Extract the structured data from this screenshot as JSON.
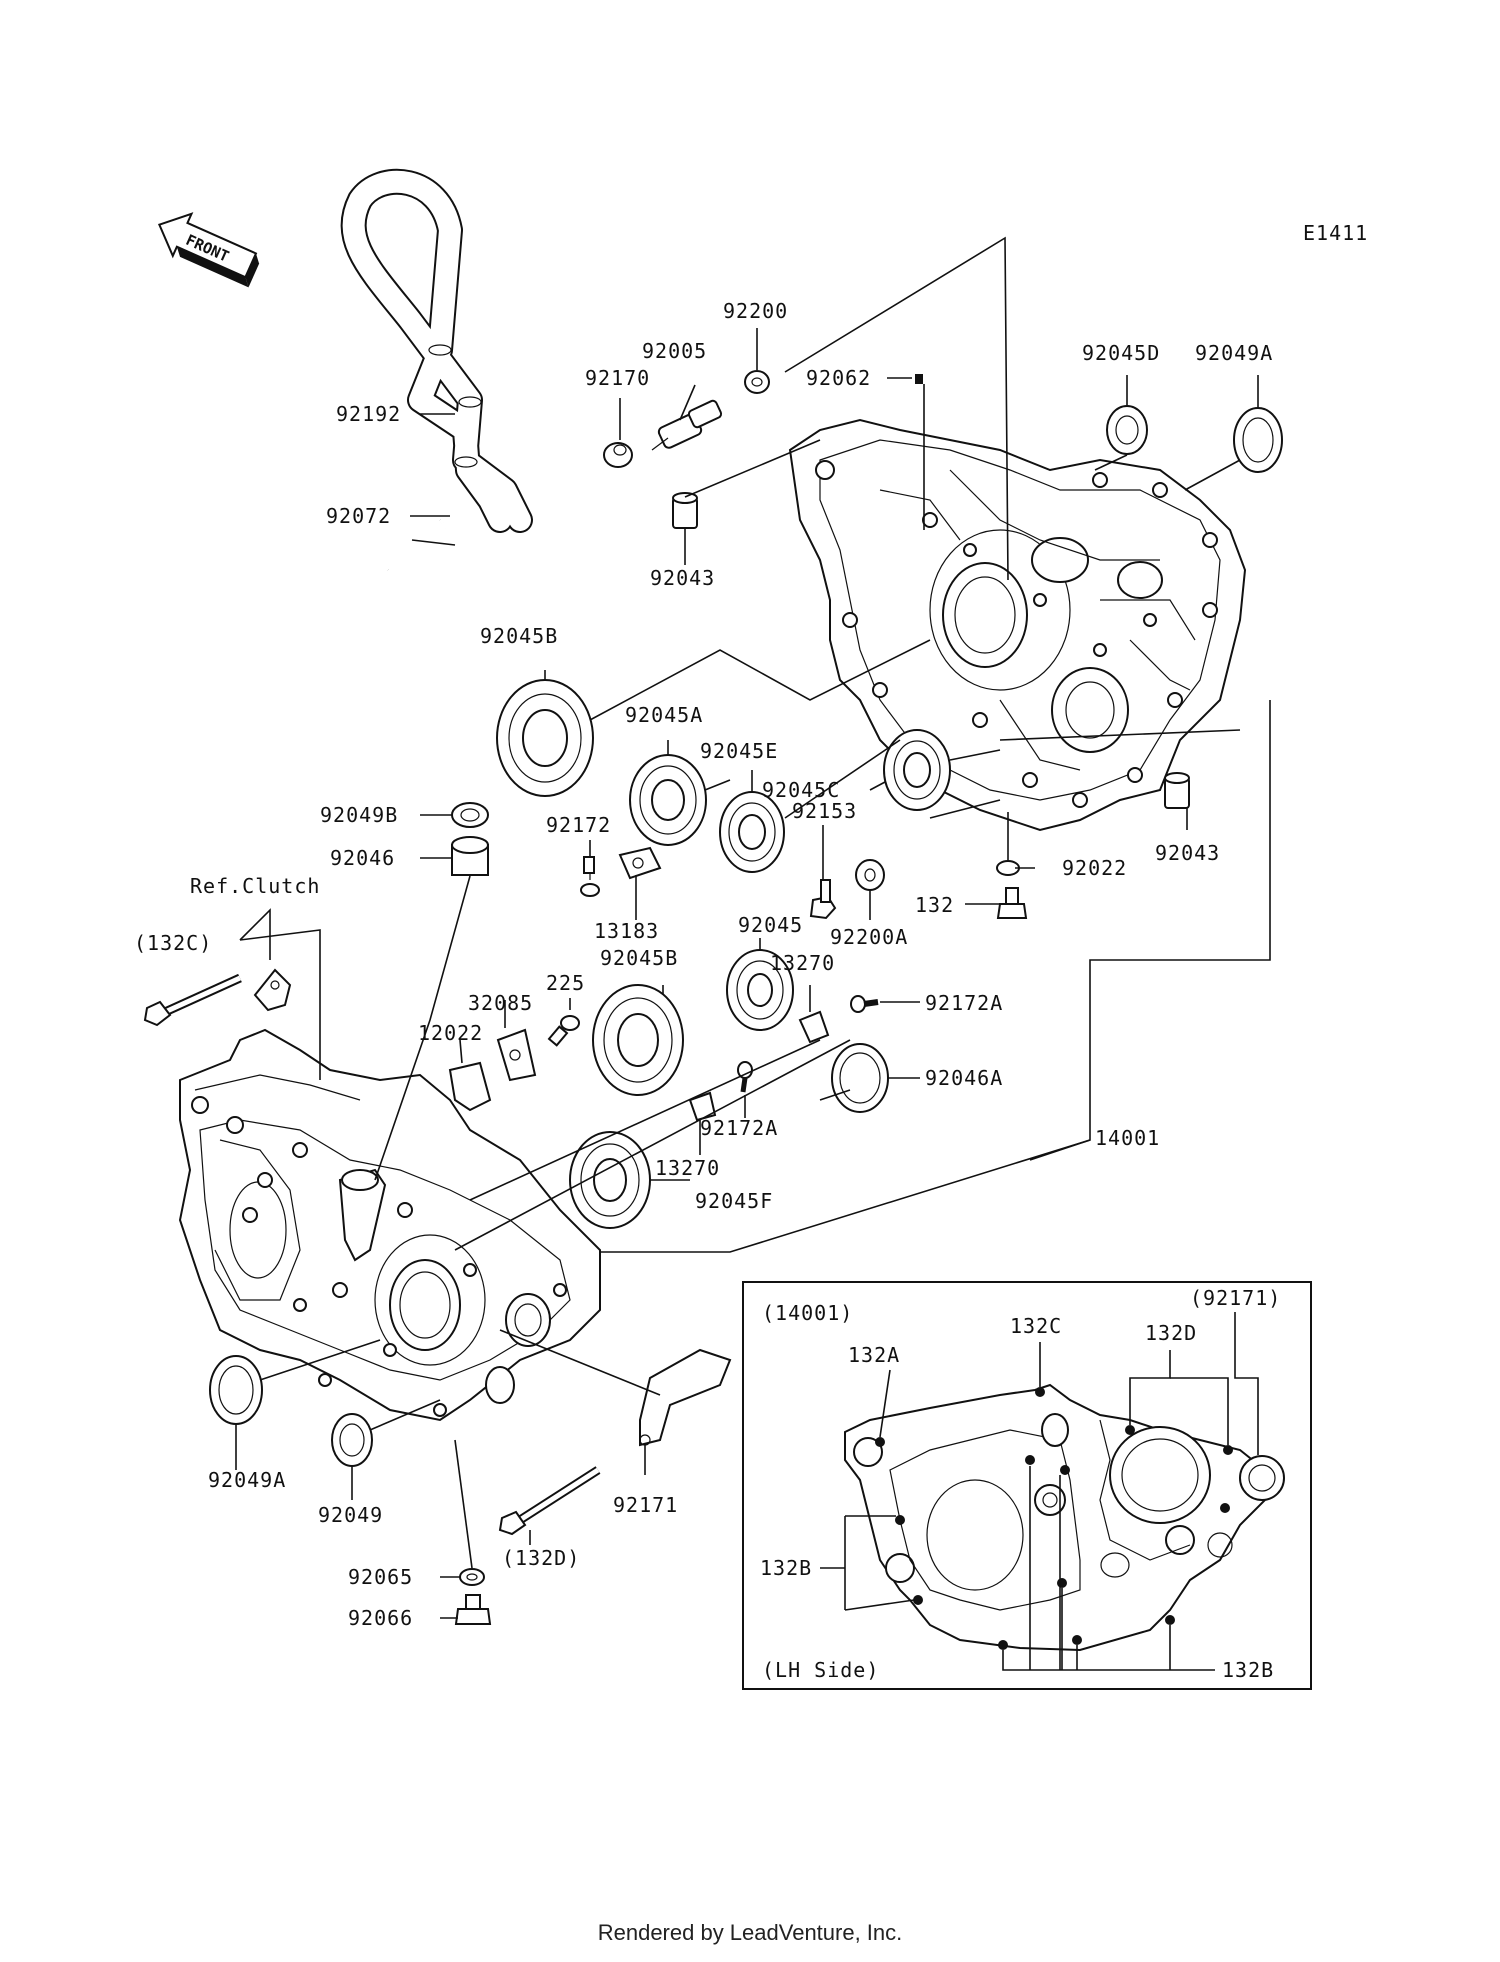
{
  "diagram_code": "E1411",
  "front_label": "FRONT",
  "footer": "Rendered by LeadVenture, Inc.",
  "labels": {
    "p92192": "92192",
    "p92072": "92072",
    "p92200": "92200",
    "p92170": "92170",
    "p92005": "92005",
    "p92062": "92062",
    "p92043_top": "92043",
    "p92045D": "92045D",
    "p92049A_top": "92049A",
    "p92045B_top": "92045B",
    "p92045A": "92045A",
    "p92045E": "92045E",
    "p92045C": "92045C",
    "p92043_right": "92043",
    "p92049B": "92049B",
    "p92046": "92046",
    "ref_clutch": "Ref.Clutch",
    "p92172": "92172",
    "p13183": "13183",
    "p92153": "92153",
    "p92022": "92022",
    "p132": "132",
    "p92200A": "92200A",
    "p132C": "(132C)",
    "p225": "225",
    "p32085": "32085",
    "p12022": "12022",
    "p92045": "92045",
    "p92045B_mid": "92045B",
    "p13270_top": "13270",
    "p92172A_top": "92172A",
    "p92046A": "92046A",
    "p92172A_bot": "92172A",
    "p13270_bot": "13270",
    "p14001": "14001",
    "p92045F": "92045F",
    "p92049A_bot": "92049A",
    "p92049": "92049",
    "p92171": "92171",
    "p132D": "(132D)",
    "p92065": "92065",
    "p92066": "92066"
  },
  "inset": {
    "title": "(14001)",
    "side": "(LH Side)",
    "l132A": "132A",
    "l132C": "132C",
    "l132D": "132D",
    "l92171": "(92171)",
    "l132B_left": "132B",
    "l132B_bottom": "132B"
  }
}
